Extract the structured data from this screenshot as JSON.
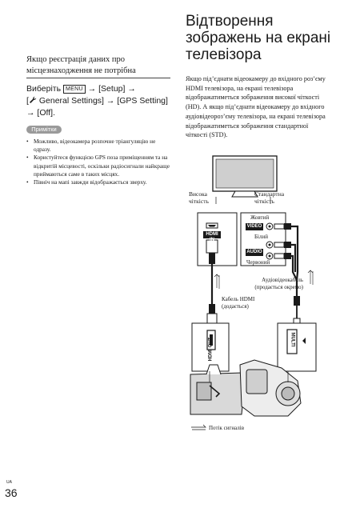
{
  "left": {
    "heading": "Якщо реєстрація даних про місцезнаходження не потрібна",
    "select_prefix": "Виберіть",
    "menu_key": "MENU",
    "arrow": "→",
    "setup": "[Setup]",
    "general_settings": "General Settings]",
    "bracket_open": "[",
    "gps_setting": "[GPS Setting]",
    "off": "[Off].",
    "notes_badge": "Примітки",
    "notes": [
      "Можливо, відеокамера розпочне тріангуляцію не одразу.",
      "Користуйтеся функцією GPS поза приміщенням та на відкритій місцевості, оскільки радіосигнали найкраще приймаються саме в таких місцях.",
      "Північ на мапі завжди відображається зверху."
    ]
  },
  "right": {
    "title": "Відтворення зображень на екрані телевізора",
    "intro": "Якщо під’єднати відеокамеру до вхідного роз’єму HDMI телевізора, на екрані телевізора відображатиметься зображення високої чіткості (HD). А якщо під’єднати відеокамеру до вхідного аудіовідеороз’єму телевізора, на екрані телевізора відображатиметься зображення стандартної чіткості (STD)."
  },
  "diagram": {
    "high_def": "Висока чіткість",
    "standard_def": "Стандартна чіткість",
    "hdmi_in": "HDMI IN",
    "video": "VIDEO",
    "audio": "AUDIO",
    "yellow": "Жовтий",
    "white": "Білий",
    "red": "Червоний",
    "av_cable": "Аудіовідеокабель (продається окремо)",
    "hdmi_cable": "Кабель HDMI (додається)",
    "hdmi_out": "HDMI OUT",
    "multi": "MULTI",
    "signal_flow": "Потік сигналів"
  },
  "page": {
    "lang": "UA",
    "number": "36"
  }
}
